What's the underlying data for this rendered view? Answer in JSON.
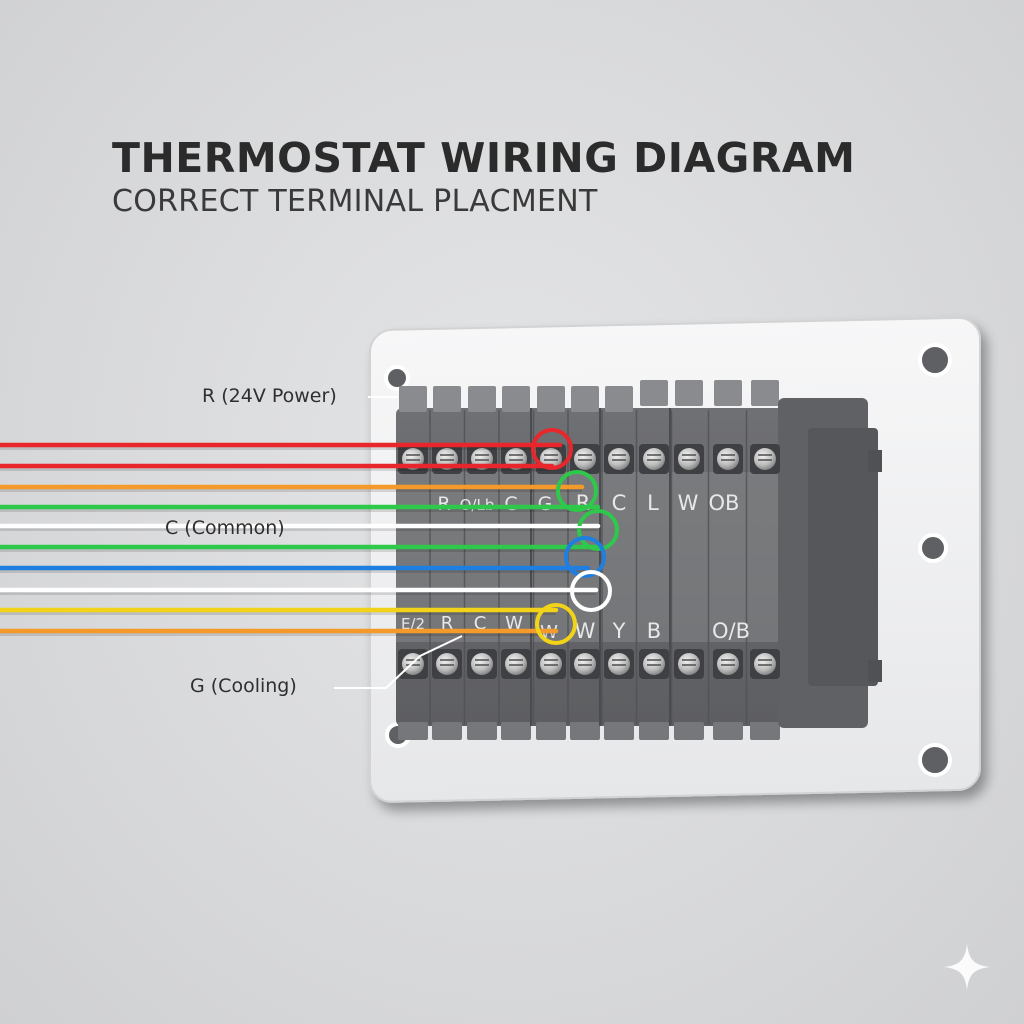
{
  "title": "THERMOSTAT WIRING DIAGRAM",
  "subtitle": "CORRECT TERMINAL PLACMENT",
  "callouts": {
    "r": "R (24V Power)",
    "c": "C (Common)",
    "g": "G (Cooling)"
  },
  "terminal_labels": {
    "upper_left": [
      "R",
      "O/Lb",
      "C",
      "G"
    ],
    "upper_right": [
      "R",
      "C",
      "L",
      "W",
      "OB"
    ],
    "lower_left": [
      "E/2",
      "R",
      "C",
      "W"
    ],
    "lower_right": [
      "W",
      "W",
      "Y",
      "B",
      "O/B"
    ]
  },
  "wire_colors": [
    "#e8262b",
    "#e8262b",
    "#f39a2a",
    "#2ec84a",
    "#ffffff",
    "#2ec84a",
    "#1e7fe0",
    "#ffffff",
    "#f2d318",
    "#f39a2a"
  ],
  "highlight_colors": [
    "#e8262b",
    "#2ec84a",
    "#2ec84a",
    "#1e7fe0",
    "#ffffff",
    "#f2d318"
  ]
}
